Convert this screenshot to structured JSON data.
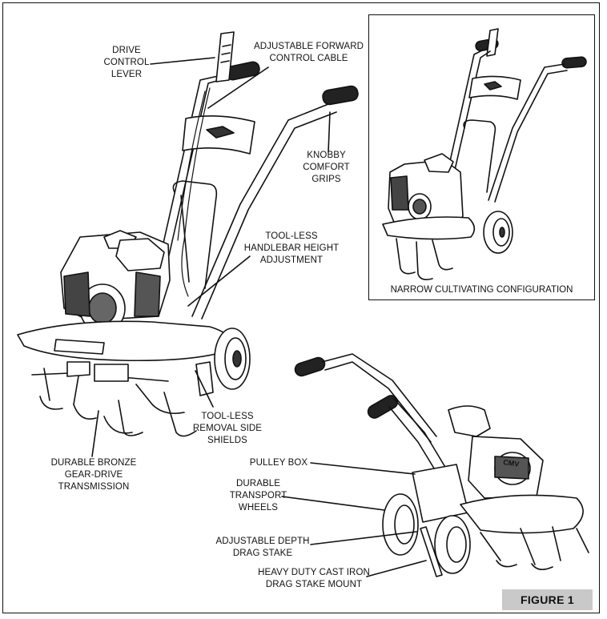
{
  "labels": {
    "drive_control_lever": "DRIVE\nCONTROL\nLEVER",
    "adjustable_forward_control_cable": "ADJUSTABLE FORWARD\nCONTROL CABLE",
    "knobby_comfort_grips": "KNOBBY\nCOMFORT\nGRIPS",
    "tool_less_handlebar_height_adjustment": "TOOL-LESS\nHANDLEBAR HEIGHT\nADJUSTMENT",
    "tool_less_removal_side_shields": "TOOL-LESS\nREMOVAL SIDE\nSHIELDS",
    "durable_bronze_gear_drive_transmission": "DURABLE BRONZE\nGEAR-DRIVE\nTRANSMISSION",
    "pulley_box": "PULLEY BOX",
    "durable_transport_wheels": "DURABLE\nTRANSPORT\nWHEELS",
    "adjustable_depth_drag_stake": "ADJUSTABLE DEPTH\nDRAG STAKE",
    "heavy_duty_cast_iron_drag_stake_mount": "HEAVY DUTY CAST IRON\nDRAG STAKE MOUNT"
  },
  "inset": {
    "caption": "NARROW CULTIVATING CONFIGURATION"
  },
  "figure_tag": "FIGURE 1",
  "brand_mark": "CMV"
}
